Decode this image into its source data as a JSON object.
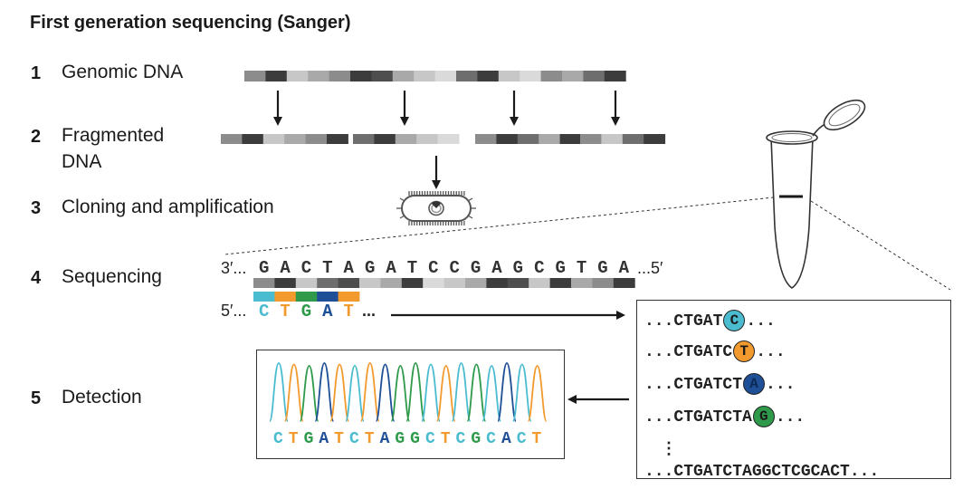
{
  "title": "First generation sequencing (Sanger)",
  "steps": [
    {
      "number": "1",
      "label_line1": "Genomic DNA",
      "label_line2": ""
    },
    {
      "number": "2",
      "label_line1": "Fragmented",
      "label_line2": "DNA"
    },
    {
      "number": "3",
      "label_line1": "Cloning and amplification",
      "label_line2": ""
    },
    {
      "number": "4",
      "label_line1": "Sequencing",
      "label_line2": ""
    },
    {
      "number": "5",
      "label_line1": "Detection",
      "label_line2": ""
    }
  ],
  "template_strand": {
    "prefix": "3′...",
    "bases": [
      "G",
      "A",
      "C",
      "T",
      "A",
      "G",
      "A",
      "T",
      "C",
      "C",
      "G",
      "A",
      "G",
      "C",
      "G",
      "T",
      "G",
      "A"
    ],
    "suffix": "...5′"
  },
  "primer_strand": {
    "prefix": "5′...",
    "bases": [
      "C",
      "T",
      "G",
      "A",
      "T"
    ],
    "suffix": "..."
  },
  "reads": [
    {
      "prefix": "...CTGAT",
      "terminal": "C",
      "suffix": "..."
    },
    {
      "prefix": "...CTGATC",
      "terminal": "T",
      "suffix": "..."
    },
    {
      "prefix": "...CTGATCT",
      "terminal": "A",
      "suffix": "..."
    },
    {
      "prefix": "...CTGATCTA",
      "terminal": "G",
      "suffix": "..."
    },
    {
      "prefix": "⋮",
      "terminal": "",
      "suffix": ""
    },
    {
      "prefix": "...CTGATCTAGGCTCGCACT...",
      "terminal": "",
      "suffix": ""
    }
  ],
  "chromatogram": {
    "called_bases": [
      "C",
      "T",
      "G",
      "A",
      "T",
      "C",
      "T",
      "A",
      "G",
      "G",
      "C",
      "T",
      "C",
      "G",
      "C",
      "A",
      "C",
      "T"
    ]
  },
  "colors": {
    "C": "#4bbcd0",
    "T": "#f29a2e",
    "G": "#2e9a4a",
    "A": "#1e4f97",
    "black": "#1a1a1a",
    "bar_shades": [
      "#8c8c8c",
      "#3c3c3c",
      "#c7c7c7",
      "#6e6e6e",
      "#a9a9a9",
      "#4e4e4e",
      "#dadada"
    ]
  }
}
